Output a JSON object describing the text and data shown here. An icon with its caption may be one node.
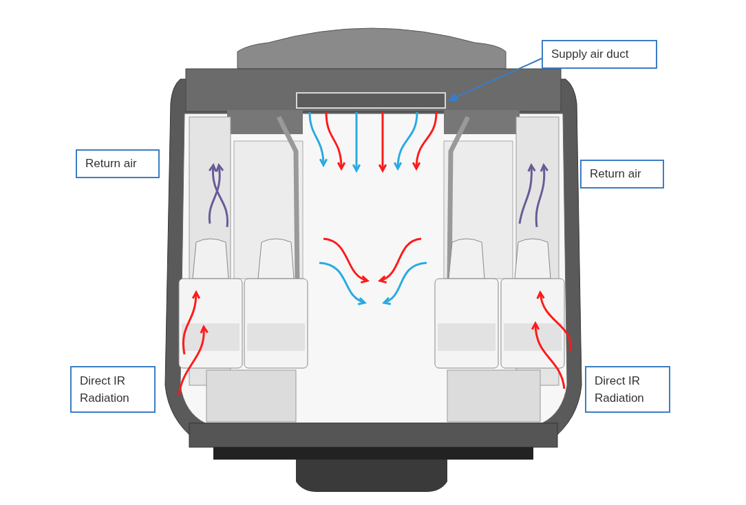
{
  "diagram": {
    "nodes": [
      {
        "text": [
          "Supply air duct"
        ]
      },
      {
        "text": [],
        "shape": "bar"
      },
      {
        "text": [
          "Return air"
        ]
      },
      {
        "text": [
          "Return air"
        ]
      },
      {
        "text": [
          "Direct IR Radiation"
        ]
      },
      {
        "text": [
          "Direct IR Radiation"
        ]
      }
    ],
    "edges": [
      {
        "from": 0,
        "to": 1,
        "arrow": "to",
        "color": "#3b7dc4"
      }
    ]
  }
}
